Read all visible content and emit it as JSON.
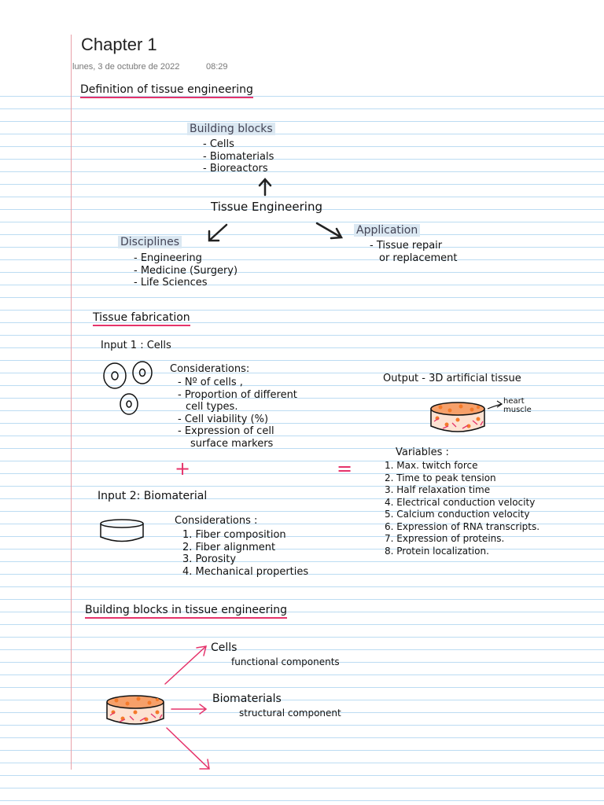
{
  "page": {
    "title": "Chapter 1",
    "date": "lunes, 3 de octubre de 2022",
    "time": "08:29"
  },
  "section1": {
    "heading": "Definition of tissue engineering",
    "building_blocks": {
      "title": "Building blocks",
      "items": [
        "- Cells",
        "- Biomaterials",
        "- Bioreactors"
      ]
    },
    "center": "Tissue Engineering",
    "disciplines": {
      "title": "Disciplines",
      "items": [
        "- Engineering",
        "- Medicine (Surgery)",
        "- Life Sciences"
      ]
    },
    "application": {
      "title": "Application",
      "items": [
        "- Tissue repair",
        "or replacement"
      ]
    }
  },
  "section2": {
    "heading": "Tissue fabrication",
    "input1": {
      "label": "Input 1 : Cells",
      "considerations_title": "Considerations:",
      "items": [
        "- Nº of cells ,",
        "- Proportion of different",
        "cell types.",
        "- Cell viability (%)",
        "- Expression of cell",
        "surface markers"
      ]
    },
    "plus": "+",
    "equals": "=",
    "input2": {
      "label": "Input 2: Biomaterial",
      "considerations_title": "Considerations :",
      "items": [
        "1. Fiber composition",
        "2. Fiber alignment",
        "3. Porosity",
        "4. Mechanical properties"
      ]
    },
    "output": {
      "label": "Output - 3D artificial tissue",
      "annotation": "heart muscle"
    },
    "variables": {
      "title": "Variables :",
      "items": [
        "1. Max. twitch force",
        "2. Time to peak tension",
        "3. Half relaxation time",
        "4. Electrical conduction velocity",
        "5. Calcium conduction velocity",
        "6. Expression of RNA transcripts.",
        "7. Expression of proteins.",
        "8. Protein localization."
      ]
    }
  },
  "section3": {
    "heading": "Building blocks in tissue engineering",
    "cells": {
      "title": "Cells",
      "desc": "functional components"
    },
    "biomaterials": {
      "title": "Biomaterials",
      "desc": "structural component"
    }
  },
  "colors": {
    "accent_red": "#e5336b",
    "highlight": "#dbe8f2",
    "rule_line": "#bcdcf2",
    "margin_line": "#e8a0a8",
    "tissue_fill": "#f47a2a"
  }
}
